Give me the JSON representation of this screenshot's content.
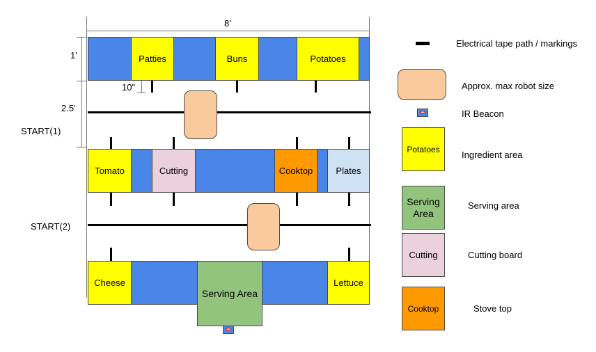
{
  "dimensions": {
    "width_label": "8'",
    "row_height_label": "1'",
    "gap_label": "2.5'",
    "tick_label": "10\""
  },
  "start_labels": {
    "start1": "START(1)",
    "start2": "START(2)"
  },
  "row1": {
    "patties": "Patties",
    "buns": "Buns",
    "potatoes": "Potatoes"
  },
  "row2": {
    "tomato": "Tomato",
    "cutting": "Cutting",
    "cooktop": "Cooktop",
    "plates": "Plates"
  },
  "row3": {
    "cheese": "Cheese",
    "serving": "Serving Area",
    "lettuce": "Lettuce"
  },
  "legend": {
    "tape_label": "Electrical tape path / markings",
    "robot_label": "Approx. max robot size",
    "beacon_label": "IR Beacon",
    "ingredient_box": "Potatoes",
    "ingredient_label": "Ingredient area",
    "serving_box": "Serving Area",
    "serving_label": "Serving area",
    "cutting_box": "Cutting",
    "cutting_label": "Cutting board",
    "cooktop_box": "Cooktop",
    "cooktop_label": "Stove top"
  },
  "colors": {
    "counter_blue": "#4a86e8",
    "ingredient_yellow": "#ffff00",
    "serving_green": "#93c47d",
    "cutting_pink": "#ead1dc",
    "cooktop_orange": "#ff9900",
    "plates_lightblue": "#cfe2f3",
    "robot_peach": "#f9cb9c",
    "tape_black": "#000000"
  }
}
